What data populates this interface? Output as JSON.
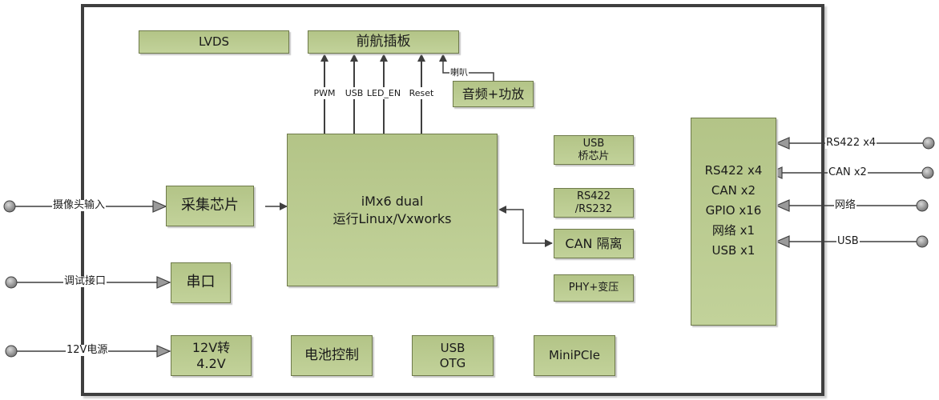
{
  "diagram": {
    "type": "block-diagram",
    "colors": {
      "box_fill": "#b8c98d",
      "box_border": "#6e7a4a",
      "frame": "#3f3f3f",
      "wire": "#3f3f3f",
      "terminal": "#8c8c8c"
    },
    "top_blocks": {
      "lvds": "LVDS",
      "front_panel": "前航插板",
      "audio": "音频+功放"
    },
    "top_signals": [
      "PWM",
      "USB",
      "LED_EN",
      "Reset"
    ],
    "speaker_label": "喇叭",
    "cpu": {
      "line1": "iMx6 dual",
      "line2": "运行Linux/Vxworks"
    },
    "left_blocks": {
      "capture_chip": "采集芯片",
      "serial": "串口",
      "dcdc": "12V转\n4.2V"
    },
    "left_inputs": [
      {
        "label": "摄像头输入"
      },
      {
        "label": "调试接口"
      },
      {
        "label": "12V电源"
      }
    ],
    "right_blocks": {
      "usb_bridge": "USB\n桥芯片",
      "rs422_rs232": "RS422\n/RS232",
      "can_isolation": "CAN 隔离",
      "phy": "PHY+变压"
    },
    "bottom_blocks": {
      "battery": "电池控制",
      "usb_otg": "USB\nOTG",
      "minipcie": "MiniPCIe"
    },
    "connector_block": "RS422 x4\nCAN x2\nGPIO x16\n网络 x1\nUSB x1",
    "right_inputs": [
      {
        "label": "RS422 x4"
      },
      {
        "label": "CAN x2"
      },
      {
        "label": "网络"
      },
      {
        "label": "USB"
      }
    ]
  }
}
